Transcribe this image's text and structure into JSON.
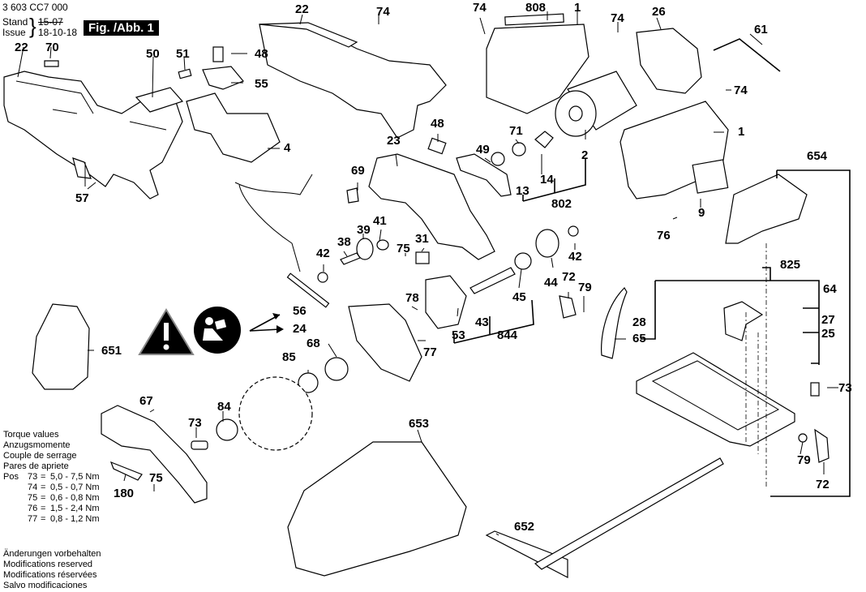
{
  "header": {
    "part_number": "3 603 CC7 000",
    "stand_label": "Stand",
    "issue_label": "Issue",
    "old_date_struck": "15-07",
    "date": "18-10-18",
    "figure_label": "Fig. /Abb. 1"
  },
  "labels": {
    "l22a": "22",
    "l70": "70",
    "l50": "50",
    "l51": "51",
    "l48a": "48",
    "l55": "55",
    "l4": "4",
    "l57": "57",
    "l22b": "22",
    "l74a": "74",
    "l74b": "74",
    "l808": "808",
    "l1a": "1",
    "l74c": "74",
    "l26": "26",
    "l61": "61",
    "l74d": "74",
    "l1b": "1",
    "l48b": "48",
    "l23": "23",
    "l49": "49",
    "l71": "71",
    "l2": "2",
    "l14": "14",
    "l13": "13",
    "l802": "802",
    "l69": "69",
    "l654": "654",
    "l9": "9",
    "l76": "76",
    "l41": "41",
    "l39": "39",
    "l38": "38",
    "l42a": "42",
    "l31": "31",
    "l75a": "75",
    "l42b": "42",
    "l44": "44",
    "l45": "45",
    "l72a": "72",
    "l79a": "79",
    "l825": "825",
    "l64": "64",
    "l78": "78",
    "l43": "43",
    "l53": "53",
    "l844": "844",
    "l28": "28",
    "l27": "27",
    "l25": "25",
    "l65": "65",
    "l56": "56",
    "l24": "24",
    "l77": "77",
    "l651": "651",
    "l68": "68",
    "l85": "85",
    "l67": "67",
    "l73a": "73",
    "l84": "84",
    "l653": "653",
    "l73b": "73",
    "l79b": "79",
    "l72b": "72",
    "l180": "180",
    "l75b": "75",
    "l652": "652"
  },
  "torque": {
    "titles": [
      "Torque values",
      "Anzugsmomente",
      "Couple de serrage",
      "Pares de apriete"
    ],
    "pos_label": "Pos",
    "rows": [
      {
        "pos": "73",
        "value": "5,0 - 7,5 Nm"
      },
      {
        "pos": "74",
        "value": "0,5 - 0,7 Nm"
      },
      {
        "pos": "75",
        "value": "0,6 - 0,8 Nm"
      },
      {
        "pos": "76",
        "value": "1,5 - 2,4 Nm"
      },
      {
        "pos": "77",
        "value": "0,8 - 1,2 Nm"
      }
    ]
  },
  "footer": {
    "lines": [
      "Änderungen vorbehalten",
      "Modifications reserved",
      "Modifications réservées",
      "Salvo modificaciones"
    ]
  },
  "symbols": {
    "warning": "warning-triangle",
    "manual": "read-manual"
  }
}
